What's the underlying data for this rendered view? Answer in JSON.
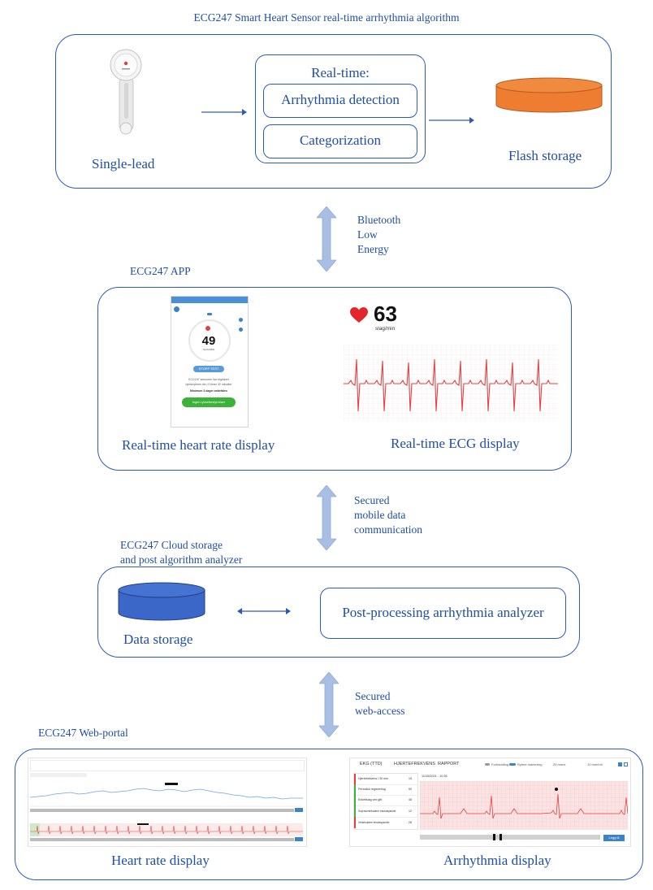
{
  "titles": {
    "sensor": "ECG247 Smart Heart Sensor real-time arrhythmia algorithm",
    "app": "ECG247 APP",
    "cloud_line1": "ECG247 Cloud storage",
    "cloud_line2": "and post algorithm analyzer",
    "web": "ECG247 Web-portal"
  },
  "sensor": {
    "single_lead": "Single-lead",
    "realtime": "Real-time:",
    "arrhythmia_detection": "Arrhythmia detection",
    "categorization": "Categorization",
    "flash_storage": "Flash storage"
  },
  "links": {
    "bt1": "Bluetooth",
    "bt2": "Low",
    "bt3": "Energy",
    "mob1": "Secured",
    "mob2": "mobile data",
    "mob3": "communication",
    "web1": "Secured",
    "web2": "web-access"
  },
  "app": {
    "phone_bpm": "49",
    "phone_bpm_unit": "SLAG/MIN",
    "phone_button": "STOPP TEST",
    "phone_text1": "ECG247 sensoren har registrert",
    "phone_text2": "hjerterytmen din i 0 timer 32 minutter",
    "phone_text3": "Minimum 3 dager anbefales",
    "phone_green": "Ingen rytmeforstyrrelser",
    "hr_value": "63",
    "hr_unit": "slag/min",
    "caption_hr": "Real-time heart rate display",
    "caption_ecg": "Real-time ECG display"
  },
  "cloud": {
    "data_storage": "Data storage",
    "analyzer": "Post-processing arrhythmia analyzer"
  },
  "web": {
    "caption_hr": "Heart rate display",
    "caption_arr": "Arrhythmia display",
    "tab1": "EKG (TTD)",
    "tab2": "HJERTEFREKVENS",
    "tab3": "RAPPORT",
    "toggle1": "Forhandling",
    "toggle2": "Rytme markering",
    "select1": "25 mm/s",
    "select2": "10 mm/mV",
    "list": [
      "Hjertefrekvens i 30 min",
      "Periodisk registrering",
      "Enkeltslag ved gitt",
      "Supraventrikulære ekstrasystoler",
      "Ventrikulære ekstrasystoler"
    ],
    "list_counts": [
      "15",
      "90",
      "48",
      "12",
      "28"
    ],
    "date": "11/10/2021 - 10:35",
    "button": "Legg til"
  },
  "colors": {
    "text_blue": "#1f4ea3",
    "border_blue": "#2d5bb4",
    "flash_orange": "#ee7d31",
    "storage_blue": "#3a67c8",
    "arrow_light": "#a8bfe3",
    "ecg_red": "#e2403f",
    "app_green": "#3bb33b"
  }
}
